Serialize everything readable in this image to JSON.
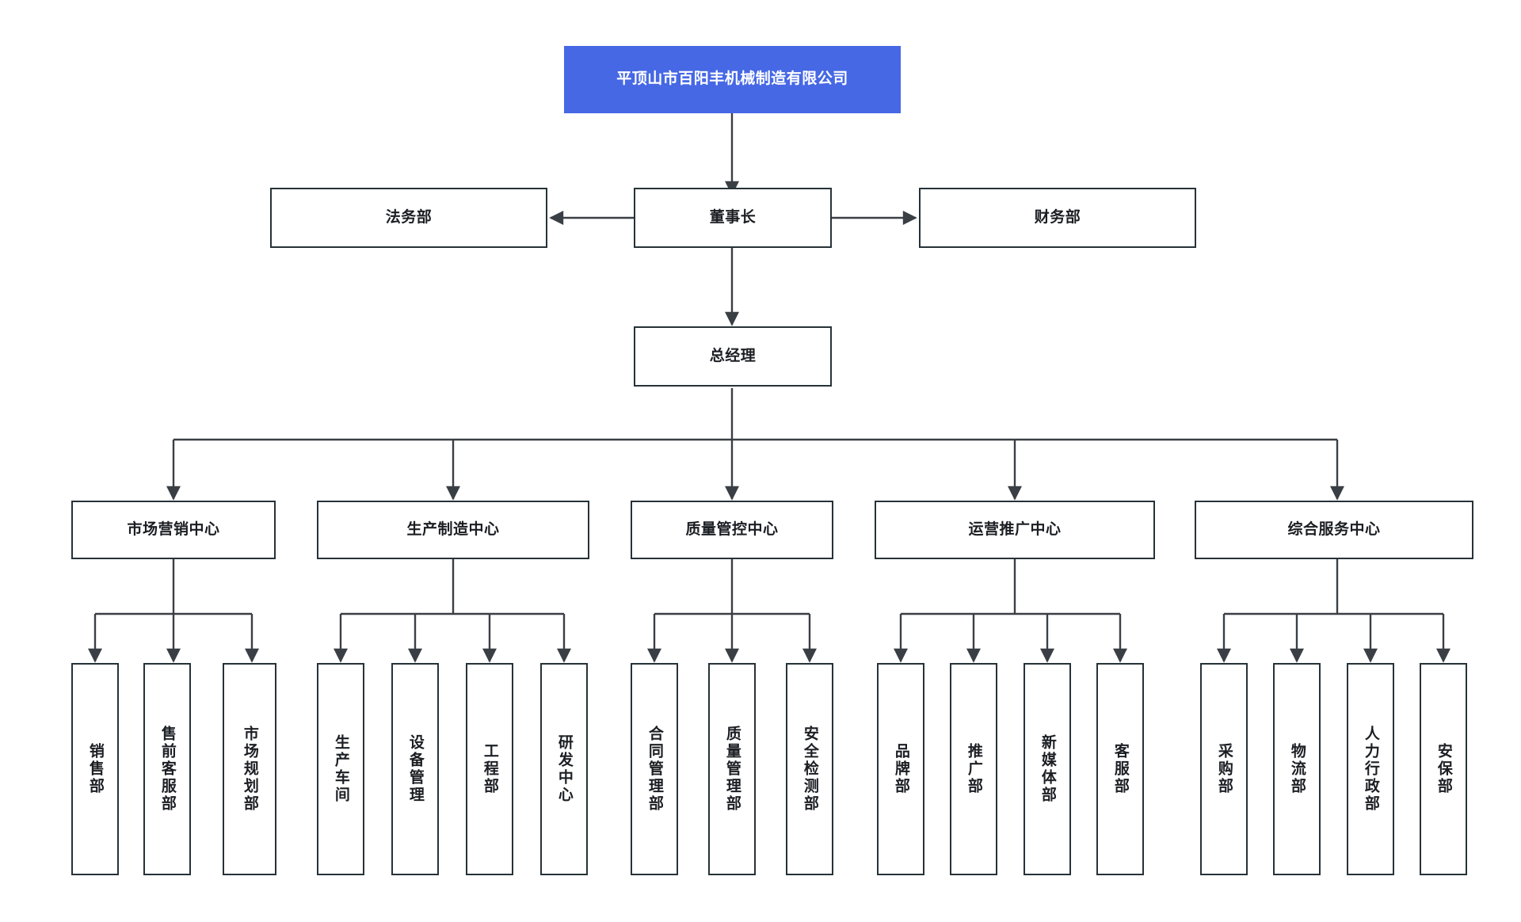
{
  "diagram": {
    "title": "平顶山市百阳丰机械制造有限公司",
    "type": "organization-chart",
    "colors": {
      "root_fill": "#4668e5",
      "root_text": "#ffffff",
      "box_border": "#263238",
      "box_fill": "#ffffff",
      "box_text": "#1b1e23",
      "connector": "#3a3f45",
      "background": "#ffffff"
    }
  },
  "nodes": {
    "root": {
      "label": "平顶山市百阳丰机械制造有限公司"
    },
    "chairman": {
      "label": "董事长"
    },
    "legal": {
      "label": "法务部"
    },
    "finance": {
      "label": "财务部"
    },
    "general_manager": {
      "label": "总经理"
    }
  },
  "centers": [
    {
      "label": "市场营销中心",
      "children": [
        {
          "label": "销售部"
        },
        {
          "label": "售前客服部"
        },
        {
          "label": "市场规划部"
        }
      ]
    },
    {
      "label": "生产制造中心",
      "children": [
        {
          "label": "生产车间"
        },
        {
          "label": "设备管理"
        },
        {
          "label": "工程部"
        },
        {
          "label": "研发中心"
        }
      ]
    },
    {
      "label": "质量管控中心",
      "children": [
        {
          "label": "合同管理部"
        },
        {
          "label": "质量管理部"
        },
        {
          "label": "安全检测部"
        }
      ]
    },
    {
      "label": "运营推广中心",
      "children": [
        {
          "label": "品牌部"
        },
        {
          "label": "推广部"
        },
        {
          "label": "新媒体部"
        },
        {
          "label": "客服部"
        }
      ]
    },
    {
      "label": "综合服务中心",
      "children": [
        {
          "label": "采购部"
        },
        {
          "label": "物流部"
        },
        {
          "label": "人力行政部"
        },
        {
          "label": "安保部"
        }
      ]
    }
  ]
}
